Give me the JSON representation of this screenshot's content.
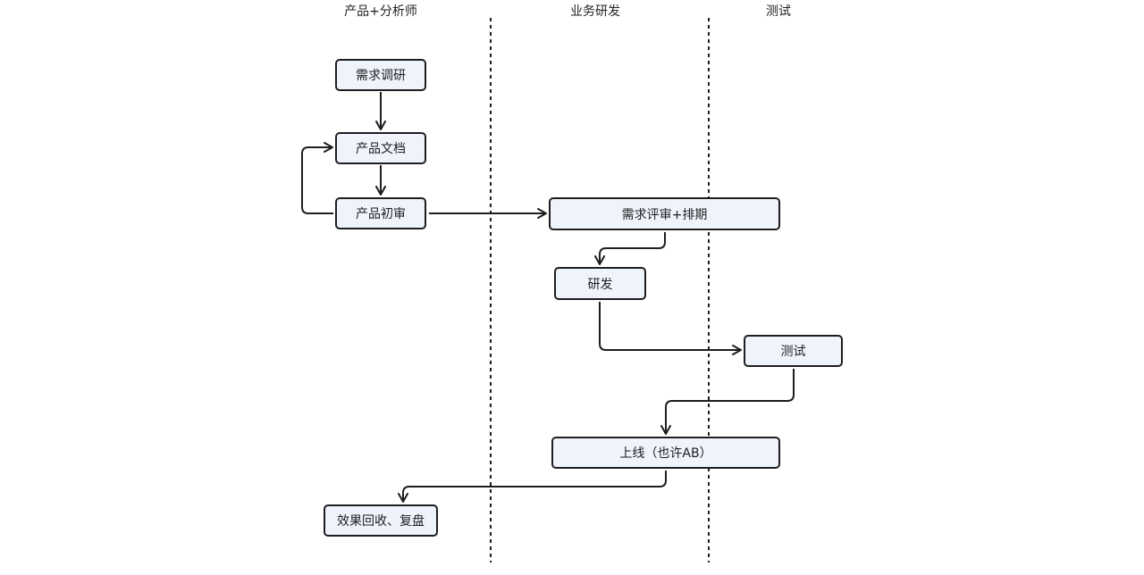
{
  "lanes": {
    "product": "产品+分析师",
    "dev": "业务研发",
    "test": "测试"
  },
  "nodes": {
    "research": "需求调研",
    "doc": "产品文档",
    "review": "产品初审",
    "schedule": "需求评审+排期",
    "develop": "研发",
    "testing": "测试",
    "launch": "上线（也许AB）",
    "retro": "效果回收、复盘"
  },
  "colors": {
    "node_fill": "#eef3fc",
    "stroke": "#1e1e1e"
  }
}
